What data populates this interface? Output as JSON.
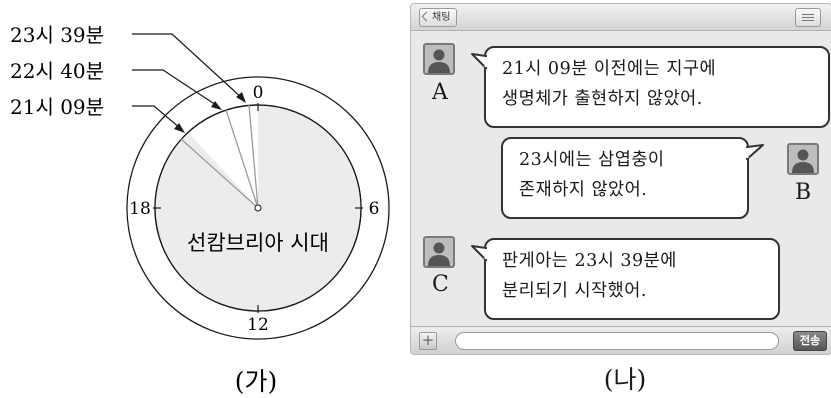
{
  "clock": {
    "top_label": "0",
    "right_label": "6",
    "bottom_label": "12",
    "left_label": "18",
    "era_label": "선캄브리아 시대",
    "time_labels": [
      "23시 39분",
      "22시 40분",
      "21시 09분"
    ],
    "caption": "(가)"
  },
  "chat": {
    "back_label": "채팅",
    "send_label": "전송",
    "caption": "(나)",
    "messages": [
      {
        "speaker": "A",
        "lines": [
          "21시 09분 이전에는 지구에",
          "생명체가 출현하지 않았어."
        ]
      },
      {
        "speaker": "B",
        "lines": [
          "23시에는   삼엽충이",
          "존재하지 않았어."
        ]
      },
      {
        "speaker": "C",
        "lines": [
          "판게아는 23시 39분에",
          "분리되기 시작했어."
        ]
      }
    ]
  },
  "colors": {
    "sector_fill": "#ececec",
    "ring_line": "#1a1a1a",
    "hand_line": "#9a9a9a",
    "chat_bg": "#e9e9e9"
  }
}
